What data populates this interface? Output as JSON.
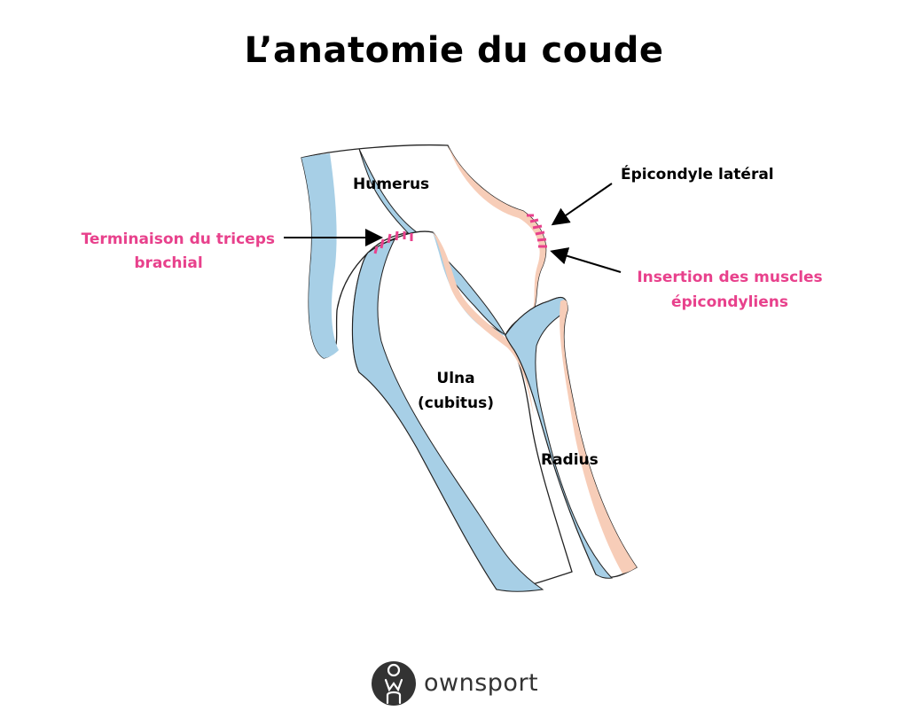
{
  "title": "L’anatomie du coude",
  "labels": {
    "humerus": "Humerus",
    "epicondyle": "Épicondyle latéral",
    "triceps_line1": "Terminaison du triceps",
    "triceps_line2": "brachial",
    "insertion_line1": "Insertion des muscles",
    "insertion_line2": "épicondyliens",
    "ulna_line1": "Ulna",
    "ulna_line2": "(cubitus)",
    "radius": "Radius"
  },
  "brand": {
    "name": "ownsport",
    "logo_letters": "own"
  },
  "colors": {
    "bone_blue": "#a7cfe6",
    "bone_peach": "#f7cdb8",
    "accent_pink": "#e8418c",
    "outline": "#222222"
  }
}
